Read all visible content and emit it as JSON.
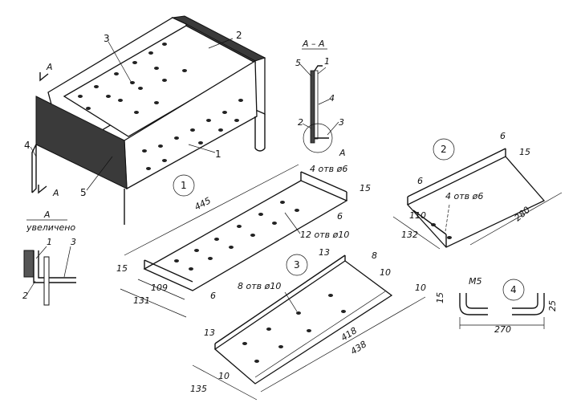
{
  "parts": {
    "p1": "1",
    "p2": "2",
    "p3": "3",
    "p4": "4"
  },
  "callouts": {
    "c1": "1",
    "c2": "2",
    "c3": "3",
    "c4": "4",
    "c5": "5"
  },
  "section": {
    "title": "А – А",
    "marker": "А",
    "n5": "5",
    "n1": "1",
    "n4": "4",
    "n2": "2",
    "n3": "3"
  },
  "enlarged": {
    "title": "А",
    "subtitle": "увеличено",
    "n1": "1",
    "n3": "3",
    "n2": "2"
  },
  "dims": {
    "d4holes": "4 отв ø6",
    "d15a": "15",
    "d445": "445",
    "d6a": "6",
    "d12holes": "12 отв ø10",
    "d15b": "15",
    "d109": "109",
    "d131": "131",
    "d6b": "6",
    "d6c": "6",
    "d15c": "15",
    "d6d": "6",
    "d110": "110",
    "d4holes2": "4 отв ø6",
    "d132": "132",
    "d280": "280",
    "d13a": "13",
    "d8": "8",
    "d10a": "10",
    "d8holes": "8 отв ø10",
    "d10b": "10",
    "d13b": "13",
    "d418": "418",
    "d438": "438",
    "d10c": "10",
    "d135": "135",
    "m5": "М5",
    "d15d": "15",
    "d25": "25",
    "d270": "270"
  }
}
